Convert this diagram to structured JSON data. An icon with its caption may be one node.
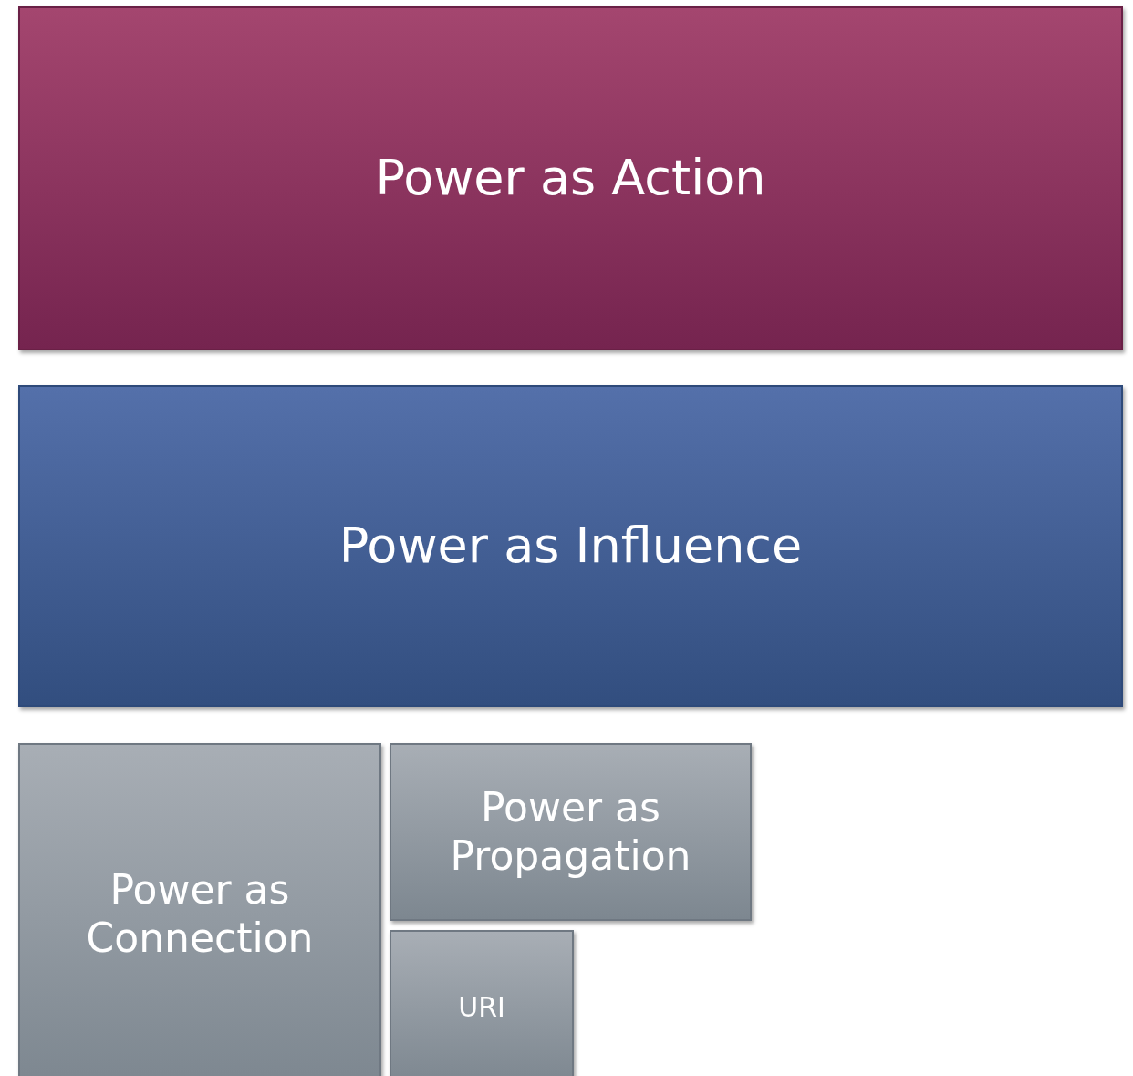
{
  "diagram": {
    "nodes": [
      {
        "text": [
          "Power as Action"
        ]
      },
      {
        "text": [
          "Power as Influence"
        ]
      },
      {
        "text": [
          "Power as Connection"
        ]
      },
      {
        "text": [
          "Power as Propagation"
        ]
      },
      {
        "text": [
          "URI"
        ]
      }
    ]
  }
}
